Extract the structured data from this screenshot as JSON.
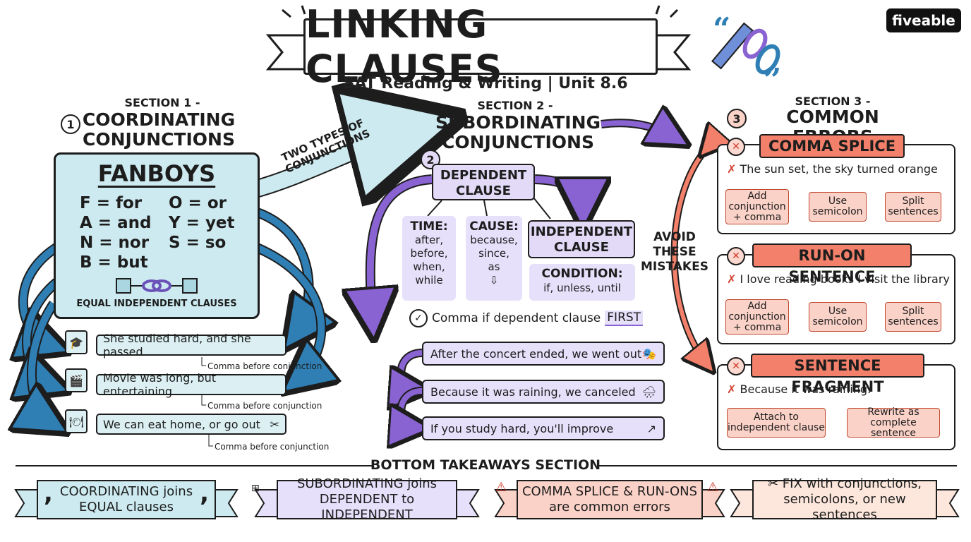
{
  "header": {
    "title": "LINKING CLAUSES",
    "subtitle": "SAT Reading & Writing | Unit 8.6",
    "brand": "fiveable"
  },
  "connector_label": "TWO TYPES OF CONJUNCTIONS",
  "section1": {
    "number_label": "SECTION 1 -",
    "circle": "1",
    "title_line1": "COORDINATING",
    "title_line2": "CONJUNCTIONS",
    "box_title": "FANBOYS",
    "letters": [
      "F = for",
      "A = and",
      "N = nor",
      "B = but",
      "O = or",
      "Y = yet",
      "S = so"
    ],
    "box_caption": "EQUAL INDEPENDENT CLAUSES",
    "examples": [
      {
        "icon": "graduation-cap-icon",
        "text": "She studied hard, and she passed",
        "note": "Comma before conjunction"
      },
      {
        "icon": "film-clapper-icon",
        "text": "Movie was long, but entertaining",
        "note": "Comma before conjunction"
      },
      {
        "icon": "plate-utensils-icon",
        "text": "We can eat home, or go out",
        "note": "Comma before conjunction"
      }
    ]
  },
  "section2": {
    "number_label": "SECTION 2 -",
    "circle": "2",
    "title_line1": "SUBORDINATING",
    "title_line2": "CONJUNCTIONS",
    "dependent_line1": "DEPENDENT",
    "dependent_line2": "CLAUSE",
    "time": {
      "label": "TIME:",
      "items": [
        "after,",
        "before,",
        "when,",
        "while"
      ]
    },
    "cause": {
      "label": "CAUSE:",
      "items": [
        "because,",
        "since,",
        "as"
      ]
    },
    "independent_line1": "INDEPENDENT",
    "independent_line2": "CLAUSE",
    "condition": {
      "label": "CONDITION:",
      "items": "if, unless, until"
    },
    "comma_rule_prefix": "Comma if dependent clause",
    "comma_rule_emphasis": "FIRST",
    "examples": [
      {
        "text": "After the concert ended, we went out",
        "icon": "theater-masks-icon"
      },
      {
        "text": "Because it was raining, we canceled",
        "icon": "rain-cloud-icon"
      },
      {
        "text": "If you study hard, you'll improve",
        "icon": "trend-up-icon"
      }
    ]
  },
  "section3": {
    "number_label": "SECTION 3 -",
    "circle": "3",
    "title": "COMMON ERRORS",
    "side_label_line1": "AVOID",
    "side_label_line2": "THESE",
    "side_label_line3": "MISTAKES",
    "errors": [
      {
        "name": "COMMA SPLICE",
        "example": "The sun set, the sky turned orange",
        "fixes": [
          "Add conjunction + comma",
          "Use semicolon",
          "Split sentences"
        ]
      },
      {
        "name": "RUN-ON SENTENCE",
        "example": "I love reading books I visit the library",
        "fixes": [
          "Add conjunction + comma",
          "Use semicolon",
          "Split sentences"
        ]
      },
      {
        "name": "SENTENCE FRAGMENT",
        "example": "Because it was raining.",
        "fixes": [
          "Attach to independent clause",
          "Rewrite as complete sentence"
        ]
      }
    ]
  },
  "bottom": {
    "title": "BOTTOM TAKEAWAYS SECTION",
    "takeaways": [
      {
        "line1": "COORDINATING joins",
        "line2": "EQUAL clauses"
      },
      {
        "line1": "SUBORDINATING joins",
        "line2": "DEPENDENT to INDEPENDENT"
      },
      {
        "line1": "COMMA SPLICE & RUN-ONS",
        "line2": "are common errors"
      },
      {
        "line1": "FIX with conjunctions,",
        "line2": "semicolons, or new sentences"
      }
    ]
  },
  "colors": {
    "blue": "#2f7fb5",
    "light_blue": "#cdeaf0",
    "purple": "#8a63d2",
    "light_purple": "#e6e0fb",
    "coral": "#f3806a",
    "light_coral": "#fbd2c8"
  }
}
